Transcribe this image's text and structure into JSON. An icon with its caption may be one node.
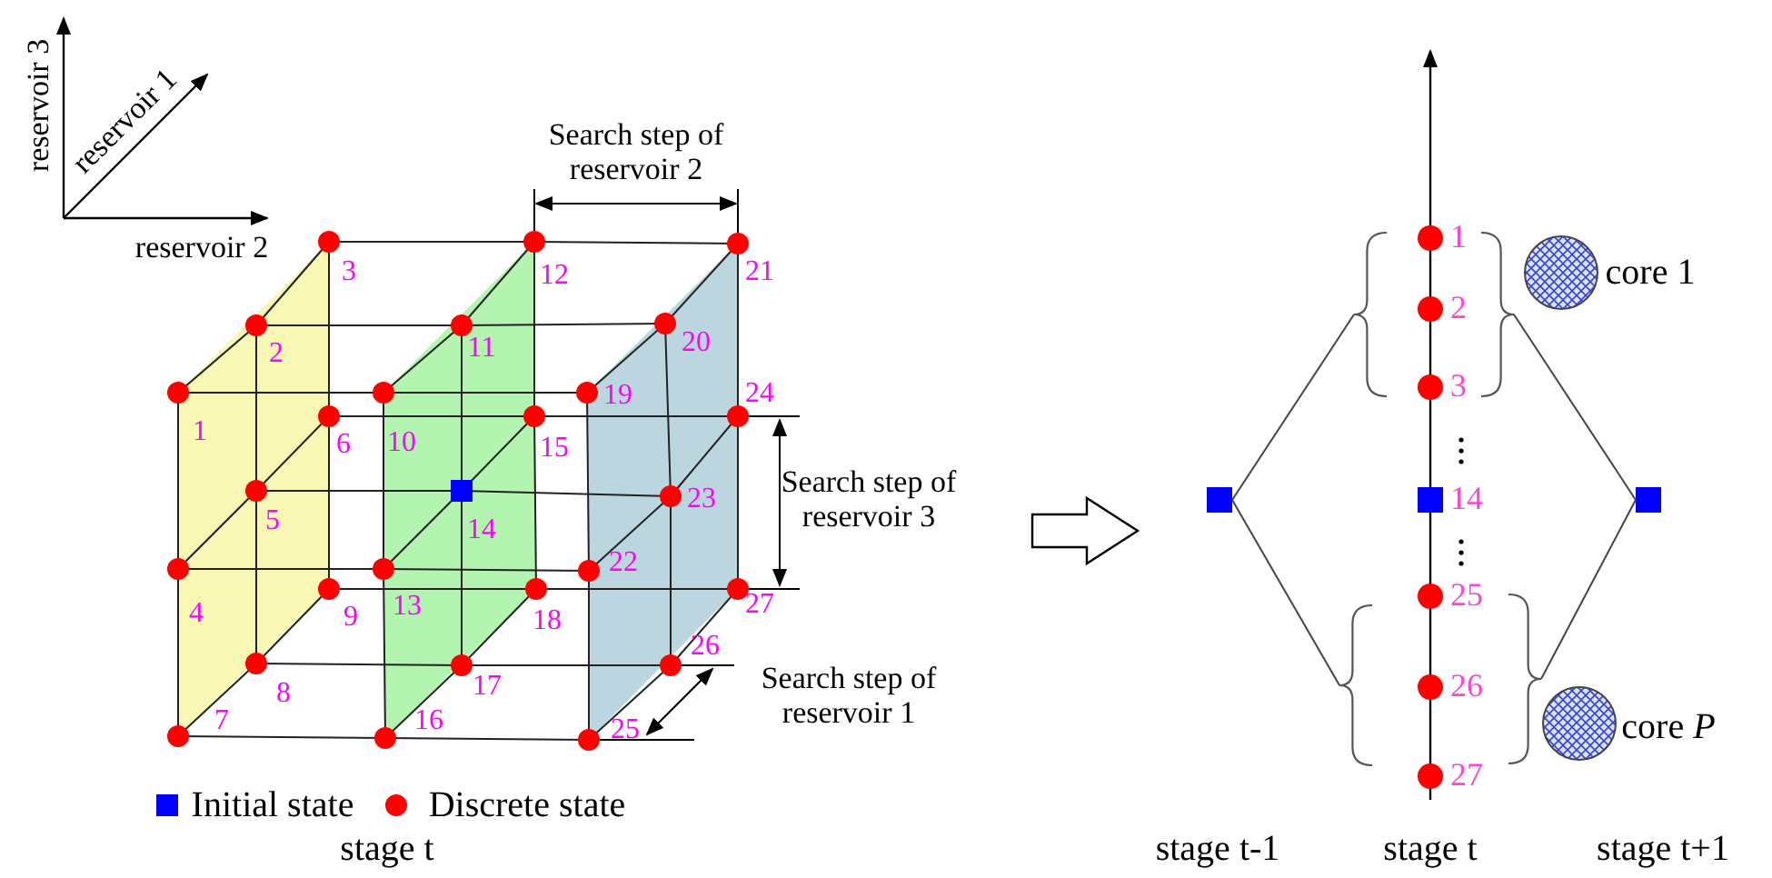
{
  "diagram": {
    "nodes": [
      {
        "text": [],
        "shape": "box"
      },
      {
        "text": [],
        "shape": "brace"
      },
      {
        "text": [],
        "shape": "brace"
      },
      {
        "text": [],
        "shape": "box"
      },
      {
        "text": [],
        "shape": "brace"
      },
      {
        "text": [],
        "shape": "brace"
      },
      {
        "text": [],
        "shape": "box"
      },
      {
        "text": [],
        "shape": "circle",
        "beside": [
          "core 1"
        ]
      },
      {
        "text": [],
        "shape": "circle",
        "beside": [
          "core *P*"
        ]
      }
    ],
    "edges": [
      {
        "from": 0,
        "to": 1,
        "arrow": "none"
      },
      {
        "from": 0,
        "to": 2,
        "arrow": "none"
      },
      {
        "from": 4,
        "to": 6,
        "arrow": "none"
      },
      {
        "from": 5,
        "to": 6,
        "arrow": "none"
      }
    ],
    "labels": [
      "reservoir 3",
      "reservoir 1",
      "reservoir 2",
      "Search step of reservoir 2",
      "1",
      "2",
      "3",
      "4",
      "5",
      "6",
      "7",
      "8",
      "9",
      "10",
      "11",
      "12",
      "13",
      "14",
      "15",
      "16",
      "17",
      "18",
      "19",
      "20",
      "21",
      "22",
      "23",
      "24",
      "25",
      "26",
      "27",
      "Search step of reservoir 3",
      "Search step of reservoir 1",
      "stage t",
      "1",
      "2",
      "3",
      "14",
      "25",
      "26",
      "27",
      "stage t-1",
      "stage t",
      "stage t+1"
    ],
    "legend": [
      {
        "text": "Initial state",
        "color": "#0000ff"
      },
      {
        "text": "Discrete state",
        "color": "#ff0000"
      }
    ]
  }
}
